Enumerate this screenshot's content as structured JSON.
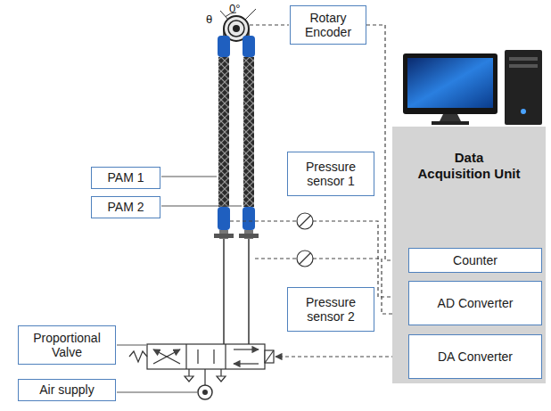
{
  "diagram": {
    "nodes": [
      {
        "text": [
          "Rotary Encoder"
        ]
      },
      {
        "text": [
          "PAM 1"
        ]
      },
      {
        "text": [
          "PAM 2"
        ]
      },
      {
        "text": [
          "Pressure sensor 1"
        ]
      },
      {
        "text": [
          "Data Acquisition Unit"
        ]
      },
      {
        "text": [
          "Counter"
        ],
        "in": 4
      },
      {
        "text": [
          "AD Converter"
        ],
        "in": 4
      },
      {
        "text": [
          "Pressure sensor 2"
        ]
      },
      {
        "text": [
          "DA Converter"
        ],
        "in": 4
      },
      {
        "text": [
          "Proportional Valve"
        ]
      },
      {
        "text": [
          "Air supply"
        ]
      }
    ],
    "edges": [
      {
        "from": 0,
        "to": 5,
        "arrow": "to"
      }
    ],
    "labels": [
      "θ",
      "0°"
    ]
  }
}
